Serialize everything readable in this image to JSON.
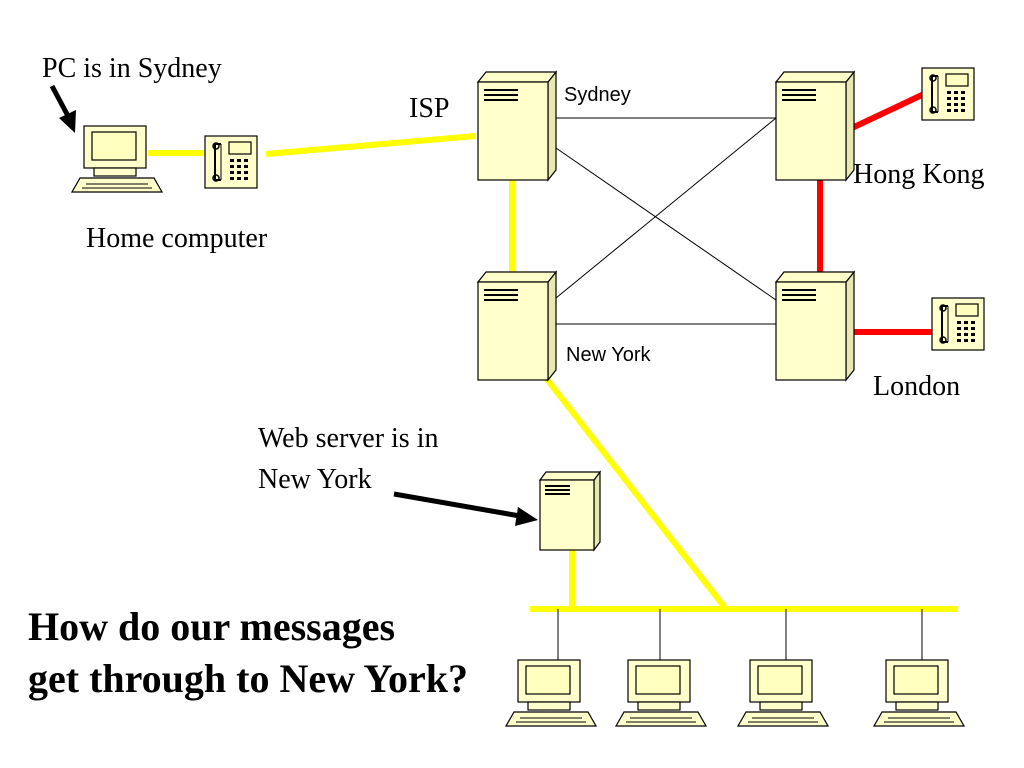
{
  "labels": {
    "pc_location": "PC is in Sydney",
    "home_computer": "Home computer",
    "isp": "ISP",
    "sydney": "Sydney",
    "hong_kong": "Hong Kong",
    "london": "London",
    "new_york": "New York",
    "web_server_line1": "Web server is in",
    "web_server_line2": "New York"
  },
  "question": {
    "line1": "How do our messages",
    "line2": "get through to New York?"
  },
  "colors": {
    "local_link": "#ffff00",
    "phone_link": "#ff0000",
    "backbone": "#000000",
    "device_fill": "#ffffcc"
  }
}
